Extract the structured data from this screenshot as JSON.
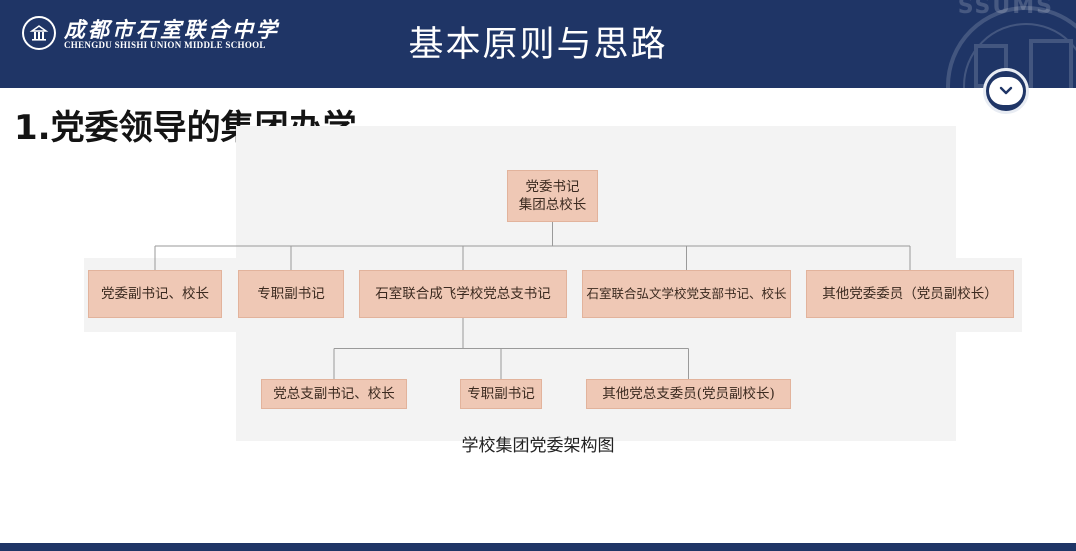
{
  "header": {
    "school_name_cn": "成都市石室联合中学",
    "school_name_en": "CHENGDU SHISHI UNION MIDDLE SCHOOL",
    "slide_title": "基本原则与思路",
    "watermark_text": "SSUMS"
  },
  "heading": "1.党委领导的集团办学",
  "diagram": {
    "root": "党委书记\n集团总校长",
    "level1": [
      "党委副书记、校长",
      "专职副书记",
      "石室联合成飞学校党总支书记",
      "石室联合弘文学校党支部书记、校长",
      "其他党委委员（党员副校长）"
    ],
    "level2": [
      "党总支副书记、校长",
      "专职副书记",
      "其他党总支委员(党员副校长)"
    ]
  },
  "caption": "学校集团党委架构图",
  "colors": {
    "header_bg": "#1f3566",
    "node_fill": "#efc8b5",
    "connector": "#9a9a9a"
  },
  "icons": {
    "logo": "school-emblem-icon",
    "collapse": "chevron-down-icon"
  }
}
